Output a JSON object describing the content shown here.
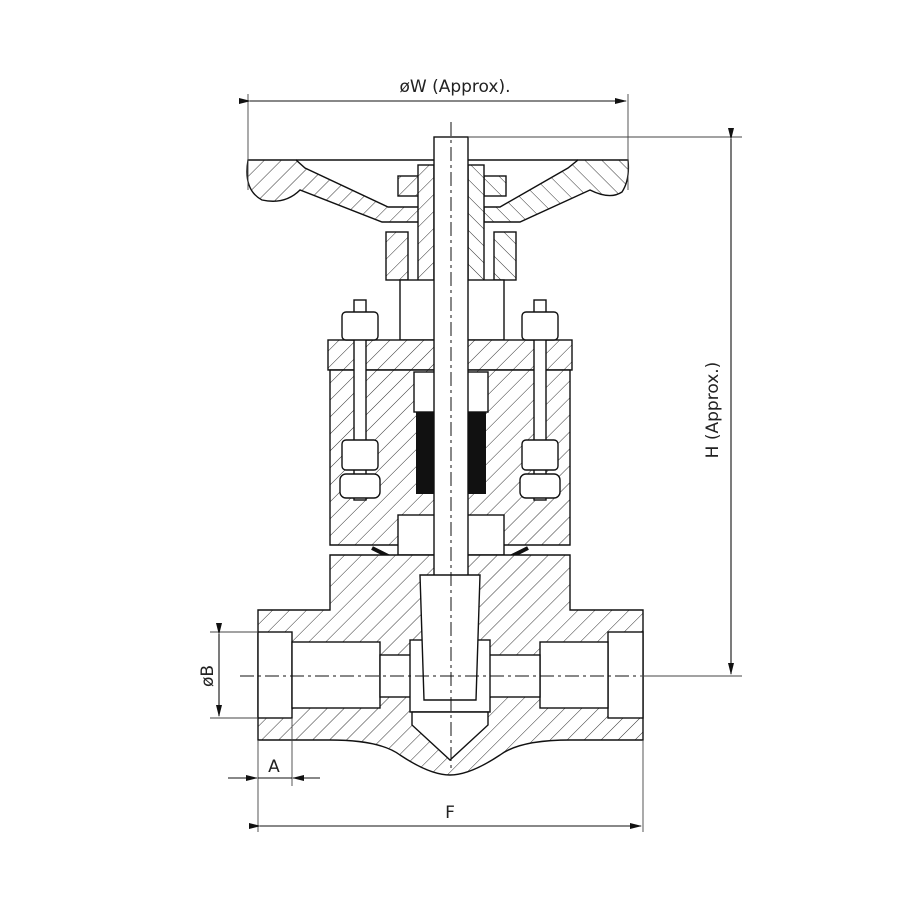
{
  "drawing": {
    "title": "Globe valve cross-section",
    "dimensions": {
      "handwheel_diameter": "øW  (Approx).",
      "height": "H  (Approx.)",
      "bore_diameter": "øB",
      "socket_depth": "A",
      "face_to_face": "F"
    },
    "colors": {
      "line": "#111111",
      "packing": "#111111",
      "background": "#ffffff"
    }
  }
}
